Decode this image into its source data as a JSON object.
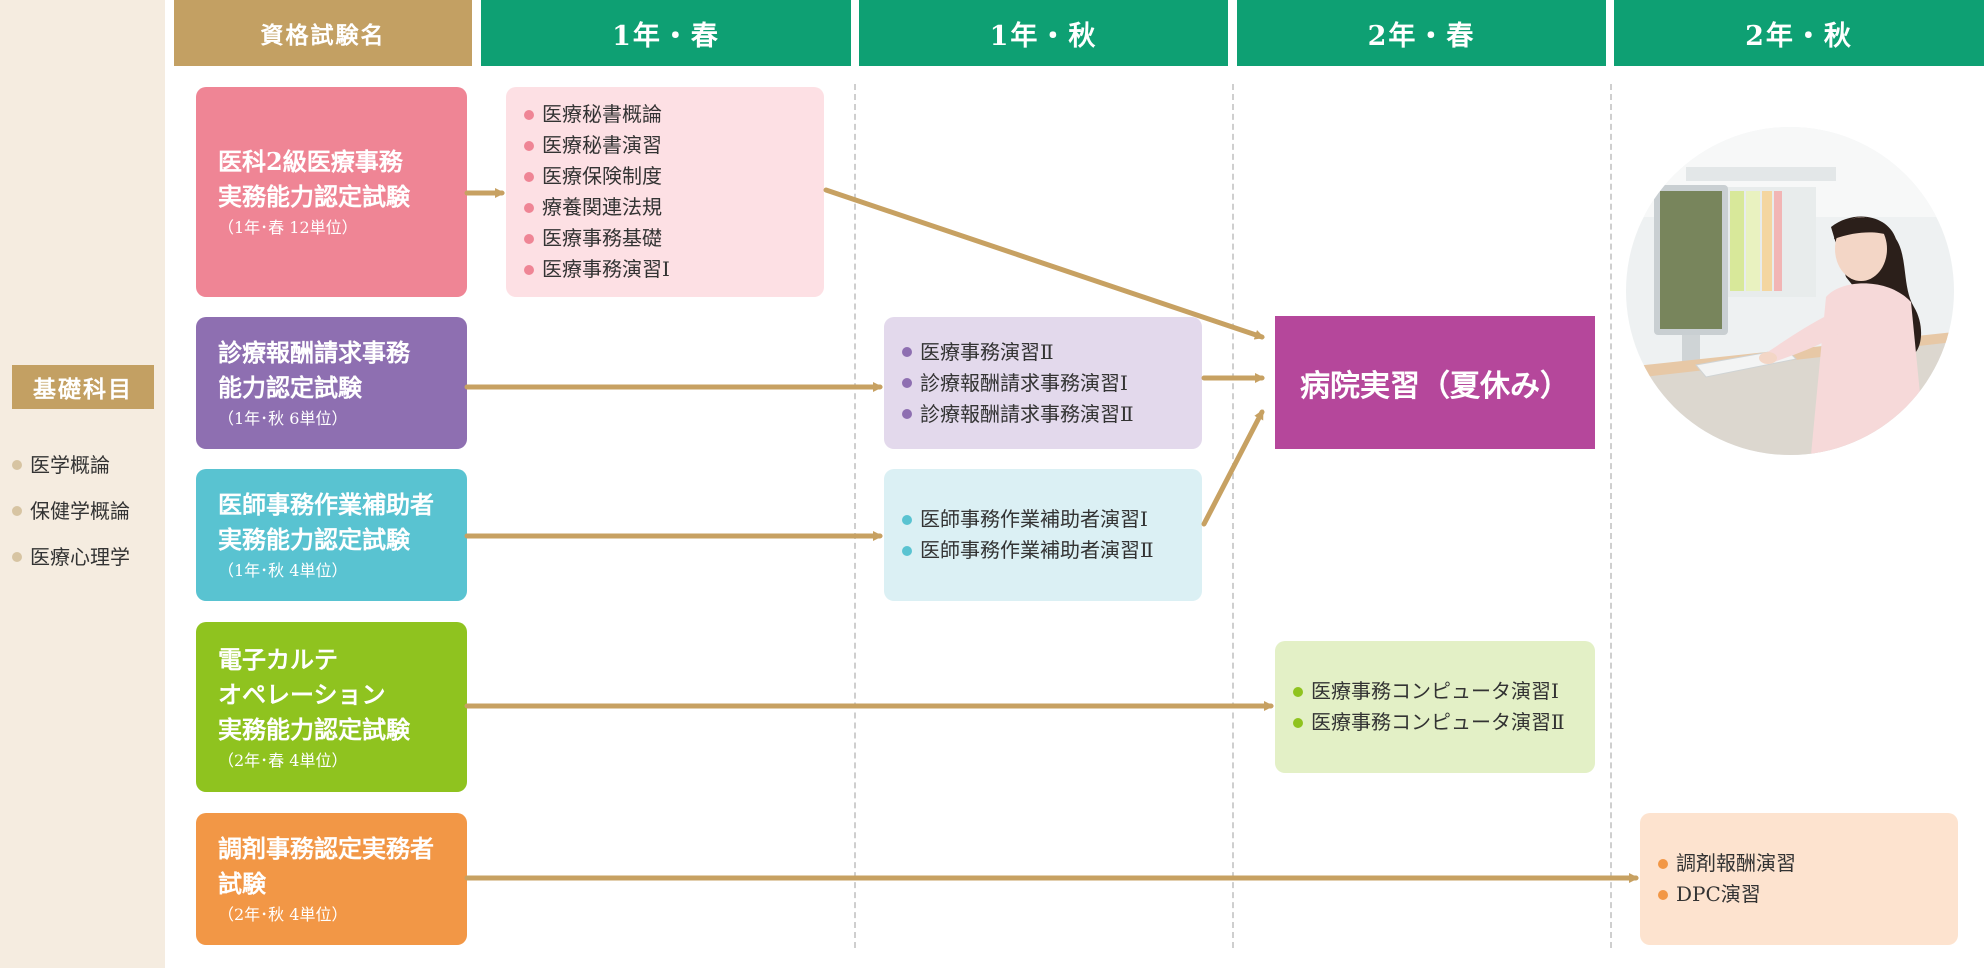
{
  "sidebar": {
    "title": "基礎科目",
    "items": [
      "医学概論",
      "保健学概論",
      "医療心理学"
    ]
  },
  "header": {
    "name_label": "資格試験名",
    "terms": [
      "1年・春",
      "1年・秋",
      "2年・春",
      "2年・秋"
    ]
  },
  "exams": [
    {
      "title_lines": [
        "医科2級医療事務",
        "実務能力認定試験"
      ],
      "sub": "（1年･春 12単位）",
      "color": "#ef8595"
    },
    {
      "title_lines": [
        "診療報酬請求事務",
        "能力認定試験"
      ],
      "sub": "（1年･秋 6単位）",
      "color": "#8e6fb1"
    },
    {
      "title_lines": [
        "医師事務作業補助者",
        "実務能力認定試験"
      ],
      "sub": "（1年･秋 4単位）",
      "color": "#59c3d1"
    },
    {
      "title_lines": [
        "電子カルテ",
        "オペレーション",
        "実務能力認定試験"
      ],
      "sub": "（2年･春 4単位）",
      "color": "#8fc31f"
    },
    {
      "title_lines": [
        "調剤事務認定実務者",
        "試験"
      ],
      "sub": "（2年･秋 4単位）",
      "color": "#f29746"
    }
  ],
  "courses": [
    {
      "items": [
        "医療秘書概論",
        "医療秘書演習",
        "医療保険制度",
        "療養関連法規",
        "医療事務基礎",
        "医療事務演習Ⅰ"
      ],
      "bg": "#fde0e4",
      "dot": "#ef8595"
    },
    {
      "items": [
        "医療事務演習Ⅱ",
        "診療報酬請求事務演習Ⅰ",
        "診療報酬請求事務演習Ⅱ"
      ],
      "bg": "#e3d9ec",
      "dot": "#8e6fb1"
    },
    {
      "items": [
        "医師事務作業補助者演習Ⅰ",
        "医師事務作業補助者演習Ⅱ"
      ],
      "bg": "#dbf0f4",
      "dot": "#59c3d1"
    },
    {
      "items": [
        "医療事務コンピュータ演習Ⅰ",
        "医療事務コンピュータ演習Ⅱ"
      ],
      "bg": "#e3f0c6",
      "dot": "#8fc31f"
    },
    {
      "items": [
        "調剤報酬演習",
        "DPC演習"
      ],
      "bg": "#fde3cf",
      "dot": "#f29746"
    }
  ],
  "hospital": {
    "label": "病院実習（夏休み）",
    "color": "#b5479b"
  },
  "colors": {
    "header_term": "#0ea073",
    "header_name": "#c3a063",
    "arrow": "#c7a162",
    "sidebar_bg": "#f5ece0"
  }
}
